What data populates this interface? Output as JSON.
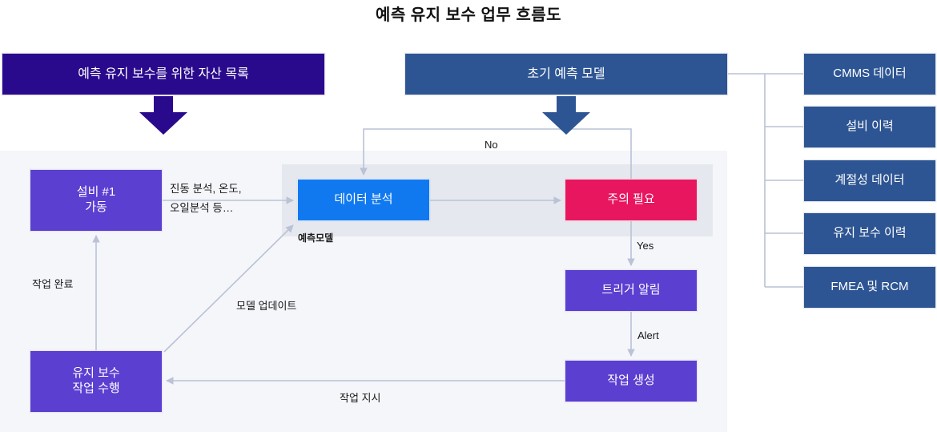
{
  "title": "예측 유지 보수 업무 흐름도",
  "colors": {
    "indigo": "#2a0a8c",
    "navy": "#2e5593",
    "bright_blue": "#1179f0",
    "crimson": "#e8165e",
    "purple": "#5b3fd0",
    "panel_bg": "#f5f6fa",
    "group_bg": "#e6e8ef",
    "wire": "#b9c2d6"
  },
  "headers": {
    "asset_inventory": "예측 유지 보수를 위한 자산 목록",
    "initial_model": "초기 예측 모델"
  },
  "data_sources": [
    {
      "label": "CMMS 데이터"
    },
    {
      "label": "설비 이력"
    },
    {
      "label": "계절성 데이터"
    },
    {
      "label": "유지 보수 이력"
    },
    {
      "label": "FMEA 및 RCM"
    }
  ],
  "group": {
    "label": "예측모델"
  },
  "nodes": {
    "equipment": "설비 #1\n가동",
    "equipment_line1": "설비 #1",
    "equipment_line2": "가동",
    "data_analysis": "데이터 분석",
    "attention": "주의 필요",
    "trigger_alert": "트리거 알림",
    "create_work": "작업 생성",
    "do_maintenance_line1": "유지 보수",
    "do_maintenance_line2": "작업 수행"
  },
  "edge_labels": {
    "sensors_line1": "진동 분석, 온도,",
    "sensors_line2": "오일분석 등…",
    "no": "No",
    "yes": "Yes",
    "alert": "Alert",
    "work_order": "작업 지시",
    "model_update": "모델 업데이트",
    "work_done": "작업 완료"
  }
}
